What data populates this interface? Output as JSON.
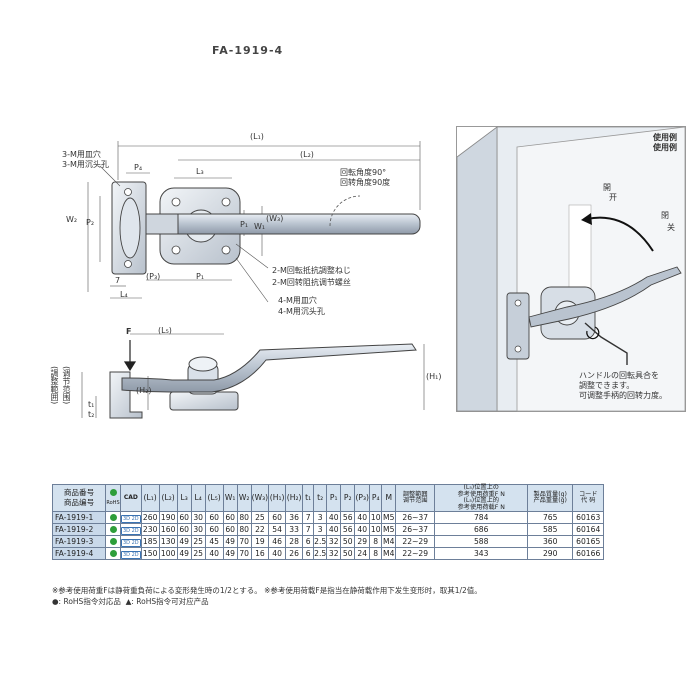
{
  "header": {
    "part_number": "FA-1919-4"
  },
  "drawing": {
    "dim_L1": "(L₁)",
    "dim_L2": "(L₂)",
    "dim_L3": "L₃",
    "dim_L4": "L₄",
    "dim_L5": "(L₅)",
    "dim_P1": "P₁",
    "dim_P2": "P₂",
    "dim_P3": "(P₃)",
    "dim_P4": "P₄",
    "dim_Pa": "P₁",
    "dim_W1": "W₁",
    "dim_W2": "W₂",
    "dim_W3": "(W₃)",
    "dim_7": "7",
    "dim_t1": "t₁",
    "dim_t2": "t₂",
    "dim_H1": "(H₁)",
    "dim_H2": "(H₂)",
    "force_F": "F",
    "hole_ja": "3-M用皿穴",
    "hole_zh": "3-M用沉头孔",
    "rot_ja": "回転角度90°",
    "rot_zh": "回转角度90度",
    "screw_ja": "2-M回転抵抗調整ねじ",
    "screw_zh": "2-M回转阻抗调节螺丝",
    "hole4_ja": "4-M用皿穴",
    "hole4_zh": "4-M用沉头孔",
    "adjust_ja": "(調整範囲)",
    "adjust_zh": "(调节范围)"
  },
  "usage": {
    "title_ja": "使用例",
    "title_zh": "使用例",
    "open_ja": "開",
    "open_zh": "开",
    "close_ja": "閉",
    "close_zh": "关",
    "note_ja1": "ハンドルの回転具合を",
    "note_ja2": "調整できます。",
    "note_zh": "可调整手柄的回转力度。"
  },
  "table": {
    "head_pn": "商品番号",
    "head_pn_zh": "商品编号",
    "head_rohs": "RoHS",
    "head_cad": "CAD",
    "cols": [
      "(L₁)",
      "(L₂)",
      "L₃",
      "L₄",
      "(L₅)",
      "W₁",
      "W₂",
      "(W₃)",
      "(H₁)",
      "(H₂)",
      "t₁",
      "t₂",
      "P₁",
      "P₂",
      "(P₃)",
      "P₄",
      "M"
    ],
    "head_range": "調整範囲\n调节范围",
    "head_load": "(L₅)位置上の\n参考使用荷重F N\n(L₅)位置上的\n参考使用荷载F N",
    "head_mass": "製品質量(g)\n产品重量(g)",
    "head_code": "コード\n代 码",
    "cad_label": "3D 2D",
    "rows": [
      {
        "pn": "FA-1919-1",
        "vals": [
          "260",
          "190",
          "60",
          "30",
          "60",
          "60",
          "80",
          "25",
          "60",
          "36",
          "7",
          "3",
          "40",
          "56",
          "40",
          "10",
          "M5"
        ],
        "range": "26~37",
        "load": "784",
        "mass": "765",
        "code": "60163"
      },
      {
        "pn": "FA-1919-2",
        "vals": [
          "230",
          "160",
          "60",
          "30",
          "60",
          "60",
          "80",
          "22",
          "54",
          "33",
          "7",
          "3",
          "40",
          "56",
          "40",
          "10",
          "M5"
        ],
        "range": "26~37",
        "load": "686",
        "mass": "585",
        "code": "60164"
      },
      {
        "pn": "FA-1919-3",
        "vals": [
          "185",
          "130",
          "49",
          "25",
          "45",
          "49",
          "70",
          "19",
          "46",
          "28",
          "6",
          "2.5",
          "32",
          "50",
          "29",
          "8",
          "M4"
        ],
        "range": "22~29",
        "load": "588",
        "mass": "360",
        "code": "60165"
      },
      {
        "pn": "FA-1919-4",
        "vals": [
          "150",
          "100",
          "49",
          "25",
          "40",
          "49",
          "70",
          "16",
          "40",
          "26",
          "6",
          "2.5",
          "32",
          "50",
          "24",
          "8",
          "M4"
        ],
        "range": "22~29",
        "load": "343",
        "mass": "290",
        "code": "60166"
      }
    ]
  },
  "notes": {
    "line1": "※参考使用荷重Fは静荷重負荷による変形発生時の1/2とする。 ※参考使用荷载F是指当在静荷载作用下发生变形时，取其1/2值。",
    "line2a": "●: RoHS指令対応品",
    "line2b": "▲: RoHS指令可对应产品",
    "colors": {
      "rohs_green": "#2e9e3a",
      "header_blue": "#d4e2ef",
      "pn_blue": "#c9d9ea"
    }
  }
}
